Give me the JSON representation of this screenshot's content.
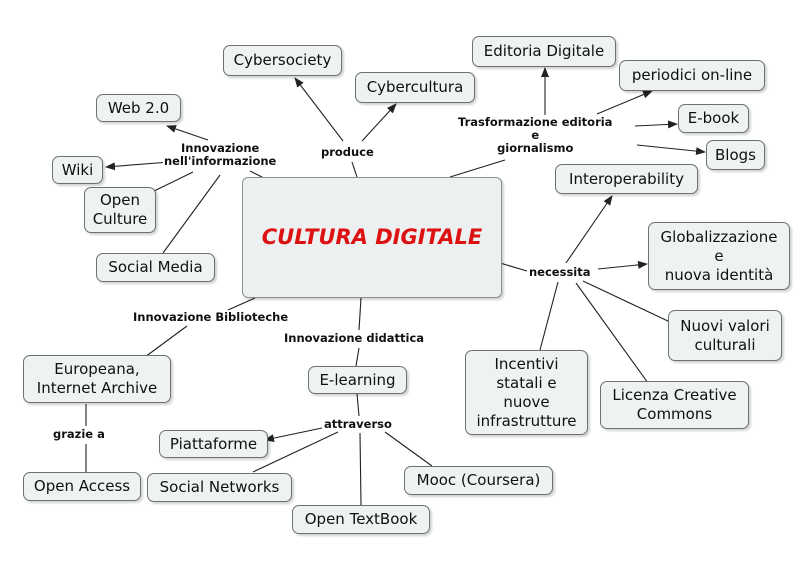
{
  "central": "CULTURA DIGITALE",
  "nodes": {
    "cybersociety": "Cybersociety",
    "cybercultura": "Cybercultura",
    "editoria_digitale": "Editoria Digitale",
    "periodici_online": "periodici on-line",
    "ebook": "E-book",
    "blogs": "Blogs",
    "web20": "Web 2.0",
    "wiki": "Wiki",
    "open_culture": "Open\nCulture",
    "social_media": "Social Media",
    "interoperability": "Interoperability",
    "globalizzazione": "Globalizzazione\ne\nnuova identità",
    "nuovi_valori": "Nuovi valori\nculturali",
    "incentivi": "Incentivi\nstatali e\nnuove\ninfrastrutture",
    "licenza": "Licenza Creative\nCommons",
    "europeana": "Europeana,\nInternet Archive",
    "open_access": "Open Access",
    "elearning": "E-learning",
    "piattaforme": "Piattaforme",
    "social_networks": "Social Networks",
    "open_textbook": "Open TextBook",
    "mooc": "Mooc (Coursera)"
  },
  "link_labels": {
    "produce": "produce",
    "innovazione_informazione": "Innovazione\nnell'informazione",
    "trasformazione": "Trasformazione editoria\ne\ngiornalismo",
    "necessita": "necessita",
    "innovazione_biblioteche": "Innovazione Biblioteche",
    "innovazione_didattica": "Innovazione didattica",
    "grazie_a": "grazie a",
    "attraverso": "attraverso"
  },
  "colors": {
    "central_text": "#dd1111",
    "node_fill": "#eef2f2",
    "node_border": "#6b7272",
    "link": "#222222"
  }
}
